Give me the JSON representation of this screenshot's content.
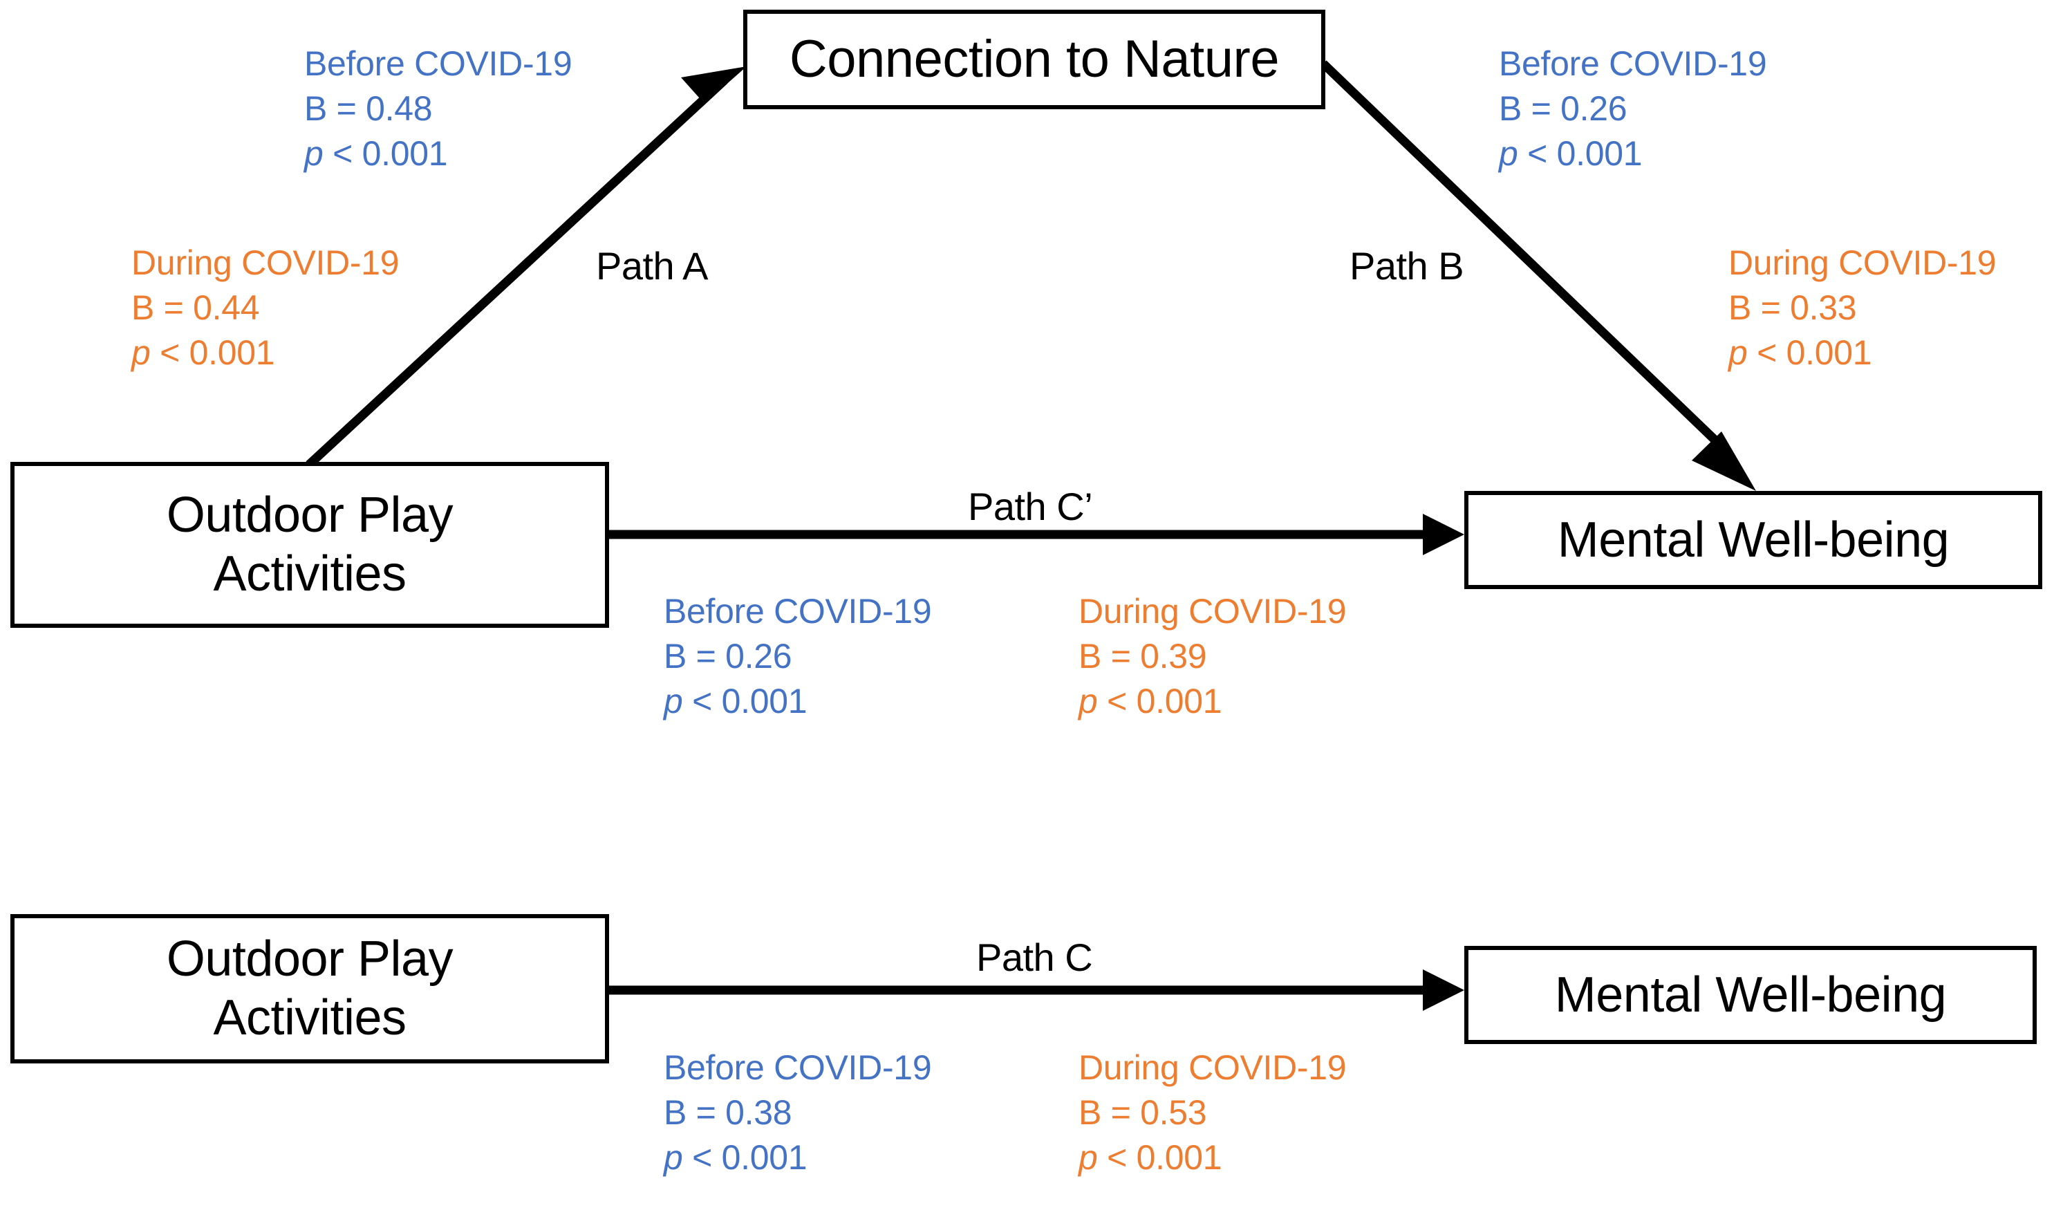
{
  "figure": {
    "type": "mediation-path-diagram",
    "background": "#ffffff",
    "colors": {
      "before_covid": "#4472C4",
      "during_covid": "#ED7D31",
      "node_border": "#000000",
      "arrow": "#000000"
    }
  },
  "nodes": {
    "connection_to_nature": "Connection to Nature",
    "outdoor_play_top": "Outdoor Play\nActivities",
    "mental_wellbeing_top": "Mental Well-being",
    "outdoor_play_bottom": "Outdoor Play\nActivities",
    "mental_wellbeing_bottom": "Mental Well-being"
  },
  "path_labels": {
    "path_a": "Path A",
    "path_b": "Path B",
    "path_c_prime": "Path C’",
    "path_c": "Path C"
  },
  "legend_labels": {
    "before": "Before COVID-19",
    "during": "During COVID-19"
  },
  "stats": {
    "path_a_before": {
      "group": "Before COVID-19",
      "b": "B = 0.48",
      "p": "p < 0.001"
    },
    "path_a_during": {
      "group": "During COVID-19",
      "b": "B = 0.44",
      "p": "p < 0.001"
    },
    "path_b_before": {
      "group": "Before COVID-19",
      "b": "B = 0.26",
      "p": "p < 0.001"
    },
    "path_b_during": {
      "group": "During COVID-19",
      "b": "B = 0.33",
      "p": "p < 0.001"
    },
    "path_c_prime_before": {
      "group": "Before COVID-19",
      "b": "B = 0.26",
      "p": "p < 0.001"
    },
    "path_c_prime_during": {
      "group": "During COVID-19",
      "b": "B = 0.39",
      "p": "p < 0.001"
    },
    "path_c_before": {
      "group": "Before COVID-19",
      "b": "B = 0.38",
      "p": "p < 0.001"
    },
    "path_c_during": {
      "group": "During COVID-19",
      "b": "B = 0.53",
      "p": "p < 0.001"
    }
  },
  "chart_data": {
    "type": "diagram",
    "title": "",
    "model": "mediation",
    "panels": [
      {
        "name": "indirect-effect-model",
        "nodes": [
          "Outdoor Play Activities",
          "Connection to Nature",
          "Mental Well-being"
        ],
        "edges": [
          {
            "label": "Path A",
            "from": "Outdoor Play Activities",
            "to": "Connection to Nature",
            "estimates": [
              {
                "group": "Before COVID-19",
                "B": 0.48,
                "p": "< 0.001",
                "color": "#4472C4"
              },
              {
                "group": "During COVID-19",
                "B": 0.44,
                "p": "< 0.001",
                "color": "#ED7D31"
              }
            ]
          },
          {
            "label": "Path B",
            "from": "Connection to Nature",
            "to": "Mental Well-being",
            "estimates": [
              {
                "group": "Before COVID-19",
                "B": 0.26,
                "p": "< 0.001",
                "color": "#4472C4"
              },
              {
                "group": "During COVID-19",
                "B": 0.33,
                "p": "< 0.001",
                "color": "#ED7D31"
              }
            ]
          },
          {
            "label": "Path C’",
            "from": "Outdoor Play Activities",
            "to": "Mental Well-being",
            "estimates": [
              {
                "group": "Before COVID-19",
                "B": 0.26,
                "p": "< 0.001",
                "color": "#4472C4"
              },
              {
                "group": "During COVID-19",
                "B": 0.39,
                "p": "< 0.001",
                "color": "#ED7D31"
              }
            ]
          }
        ]
      },
      {
        "name": "total-effect-model",
        "nodes": [
          "Outdoor Play Activities",
          "Mental Well-being"
        ],
        "edges": [
          {
            "label": "Path C",
            "from": "Outdoor Play Activities",
            "to": "Mental Well-being",
            "estimates": [
              {
                "group": "Before COVID-19",
                "B": 0.38,
                "p": "< 0.001",
                "color": "#4472C4"
              },
              {
                "group": "During COVID-19",
                "B": 0.53,
                "p": "< 0.001",
                "color": "#ED7D31"
              }
            ]
          }
        ]
      }
    ]
  }
}
